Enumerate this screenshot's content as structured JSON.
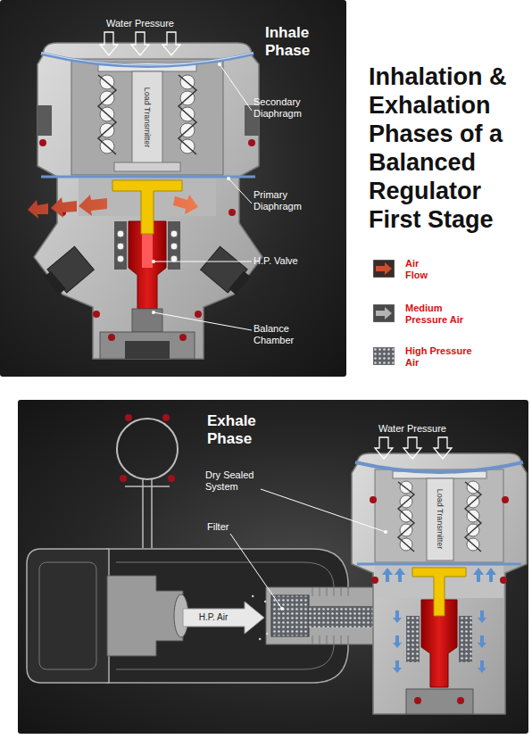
{
  "diagram": {
    "title": "Inhalation & Exhalation Phases of a Balanced Regulator First Stage",
    "nodes": [
      {
        "text": [
          "Inhale Phase"
        ]
      },
      {
        "text": [
          "Exhale Phase"
        ]
      }
    ],
    "labels": [
      "Water Pressure",
      "Load Transmitter",
      "Secondary Diaphragm",
      "Primary Diaphragm",
      "H.P. Valve",
      "Balance Chamber",
      "Water Pressure",
      "Dry Sealed System",
      "Load Transmitter",
      "Filter",
      "H.P. Air"
    ],
    "legend": [
      {
        "text": "Air Flow"
      },
      {
        "text": "Medium Pressure Air"
      },
      {
        "text": "High Pressure Air"
      }
    ]
  }
}
